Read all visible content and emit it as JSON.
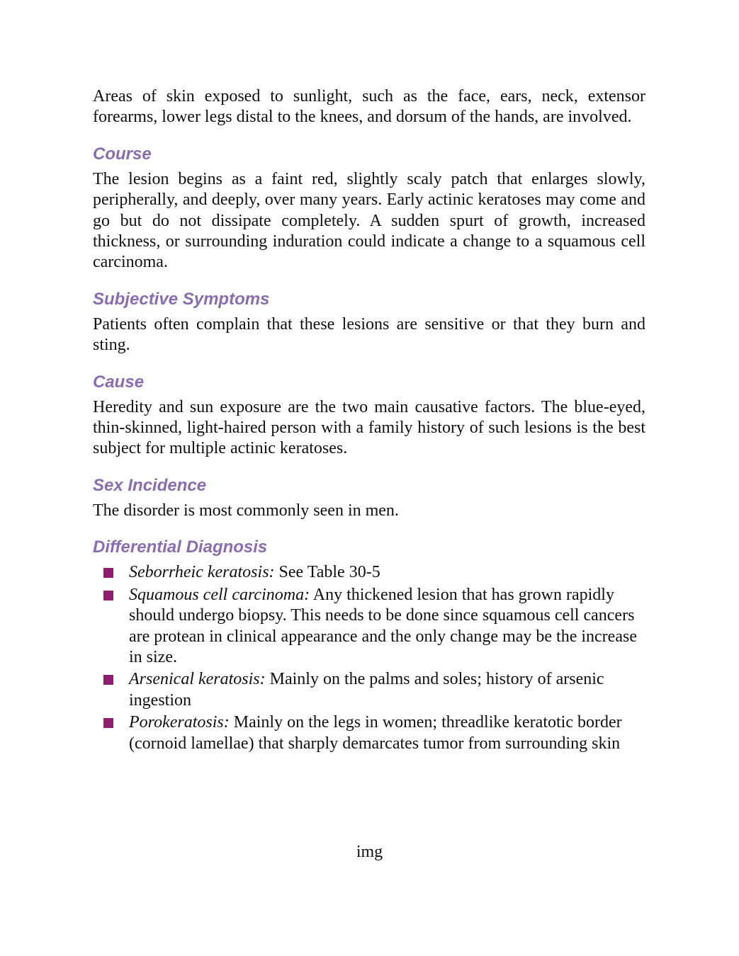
{
  "intro": "Areas of skin exposed to sunlight, such as the face, ears, neck, extensor forearms, lower legs distal to the knees, and dorsum of the hands, are involved.",
  "sections": {
    "course": {
      "heading": "Course",
      "text": "The lesion begins as a faint red, slightly scaly patch that enlarges slowly, peripherally, and deeply, over many years. Early actinic keratoses may come and go but do not dissipate completely. A sudden spurt of growth, increased thickness, or surrounding induration could indicate a change to a squamous cell carcinoma."
    },
    "subjective": {
      "heading": "Subjective Symptoms",
      "text": "Patients often complain that these lesions are sensitive or that they burn and sting."
    },
    "cause": {
      "heading": "Cause",
      "text": "Heredity and sun exposure are the two main causative factors. The blue-eyed, thin-skinned, light-haired person with a family history of such lesions is the best subject for multiple actinic keratoses."
    },
    "sex": {
      "heading": "Sex Incidence",
      "text": "The disorder is most commonly seen in men."
    },
    "differential": {
      "heading": "Differential Diagnosis",
      "items": [
        {
          "term": "Seborrheic keratosis:",
          "text": " See Table 30-5"
        },
        {
          "term": "Squamous cell carcinoma:",
          "text": " Any thickened lesion that has grown rapidly should undergo biopsy. This needs to be done since squamous cell cancers are protean in clinical appearance and the only change may be the increase in size."
        },
        {
          "term": "Arsenical keratosis:",
          "text": " Mainly on the palms and soles; history of arsenic ingestion"
        },
        {
          "term": "Porokeratosis:",
          "text": " Mainly on the legs in women; threadlike keratotic border (cornoid lamellae) that sharply demarcates tumor from surrounding skin"
        }
      ]
    }
  },
  "footer": "img"
}
